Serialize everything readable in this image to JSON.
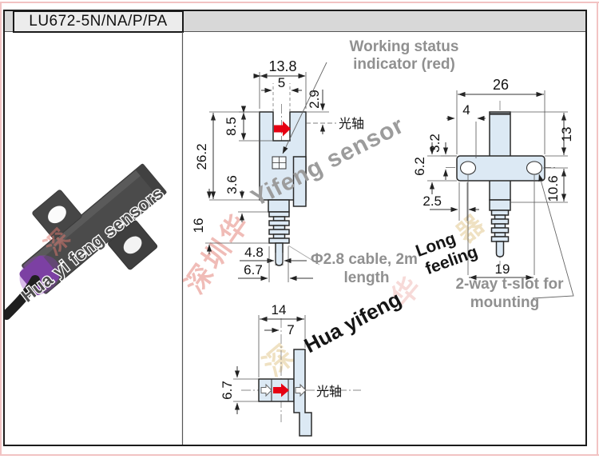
{
  "title": "LU672-5N/NA/P/PA",
  "views": {
    "front": {
      "dims": {
        "width": "13.8",
        "slot_width": "5",
        "axis_offset": "2.9",
        "slot_depth": "8.5",
        "height": "26.2",
        "neck": "3.6",
        "relief": "16",
        "cable_dia": "4.8",
        "boot_dia": "6.7"
      },
      "optical_axis_label": "光轴"
    },
    "side": {
      "dims": {
        "flange_width": "26",
        "hole_inset": "4",
        "hole_offset": "3.2",
        "flange_height": "6.2",
        "head_height": "13",
        "lower_height": "10.6",
        "slot_width": "2.5",
        "hole_spacing": "19"
      }
    },
    "top": {
      "dims": {
        "width": "14",
        "axis_inset": "7",
        "depth": "6.7"
      },
      "optical_axis_label": "光轴"
    }
  },
  "callouts": {
    "working_status_line1": "Working status",
    "working_status_line2": "indicator (red)",
    "cable_line1": "Φ2.8 cable, 2m",
    "cable_line2": "length",
    "tslot_line1": "2-way t-slot for",
    "tslot_line2": "mounting"
  },
  "watermarks": {
    "photo": "Hua yi feng sensors",
    "sensor": "Yifeng sensor",
    "long_line1": "Long",
    "long_line2": "feeling",
    "hua_yifeng": "Hua yifeng",
    "cn_pink": "深圳华",
    "cn_pink_photo": "深",
    "cn_pink_small": "华",
    "cn_yellow1": "深",
    "cn_yellow2": "器"
  },
  "colors": {
    "drawing_fill": "#dce9f4",
    "red_arrow": "#e60012",
    "callout_gray": "#909090",
    "titlebar_bg": "#d8d8d8",
    "frame_pink": "#f2c3c3",
    "sensor_body_gray": "#4b4b4b",
    "cable_purple": "#7c40a3"
  }
}
